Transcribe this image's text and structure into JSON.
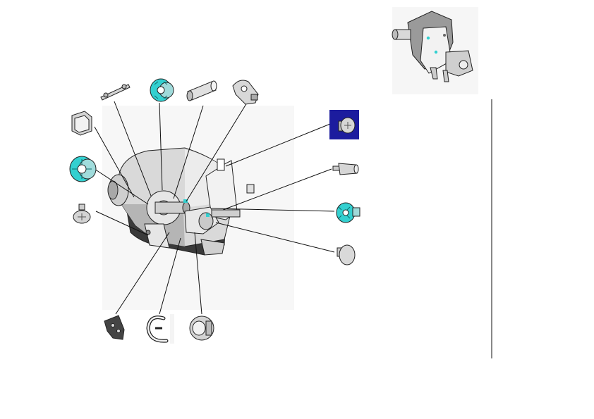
{
  "diagram": {
    "kind": "exploded-parts-view",
    "colors": {
      "housing": "#d9d9d9",
      "housing_shadow": "#9a9a9a",
      "outline": "#222222",
      "accent_part": "#33d0d0",
      "selection_bg": "#1c1c9e",
      "leader_line": "#111111"
    },
    "parts": [
      {
        "id": "part-guide-rod",
        "icon": "pin-rod-icon",
        "accent": false
      },
      {
        "id": "part-gear-cyan-top",
        "icon": "gear-icon",
        "accent": true
      },
      {
        "id": "part-sleeve-tube",
        "icon": "tube-icon",
        "accent": false
      },
      {
        "id": "part-bracket-link",
        "icon": "bracket-icon",
        "accent": false
      },
      {
        "id": "part-bushing",
        "icon": "bushing-icon",
        "accent": false
      },
      {
        "id": "part-gear-cyan-left",
        "icon": "gear-icon",
        "accent": true
      },
      {
        "id": "part-screw",
        "icon": "screw-icon",
        "accent": false
      },
      {
        "id": "part-selected-screw",
        "icon": "screw-icon",
        "accent": false,
        "selected": true
      },
      {
        "id": "part-shaft-short",
        "icon": "pin-rod-icon",
        "accent": false
      },
      {
        "id": "part-gear-cyan-right",
        "icon": "gear-icon",
        "accent": true
      },
      {
        "id": "part-knob",
        "icon": "knob-icon",
        "accent": false
      },
      {
        "id": "part-plate",
        "icon": "plate-icon",
        "accent": false
      },
      {
        "id": "part-e-clip",
        "icon": "e-clip-icon",
        "accent": false
      },
      {
        "id": "part-coupling",
        "icon": "coupling-icon",
        "accent": false
      }
    ]
  }
}
